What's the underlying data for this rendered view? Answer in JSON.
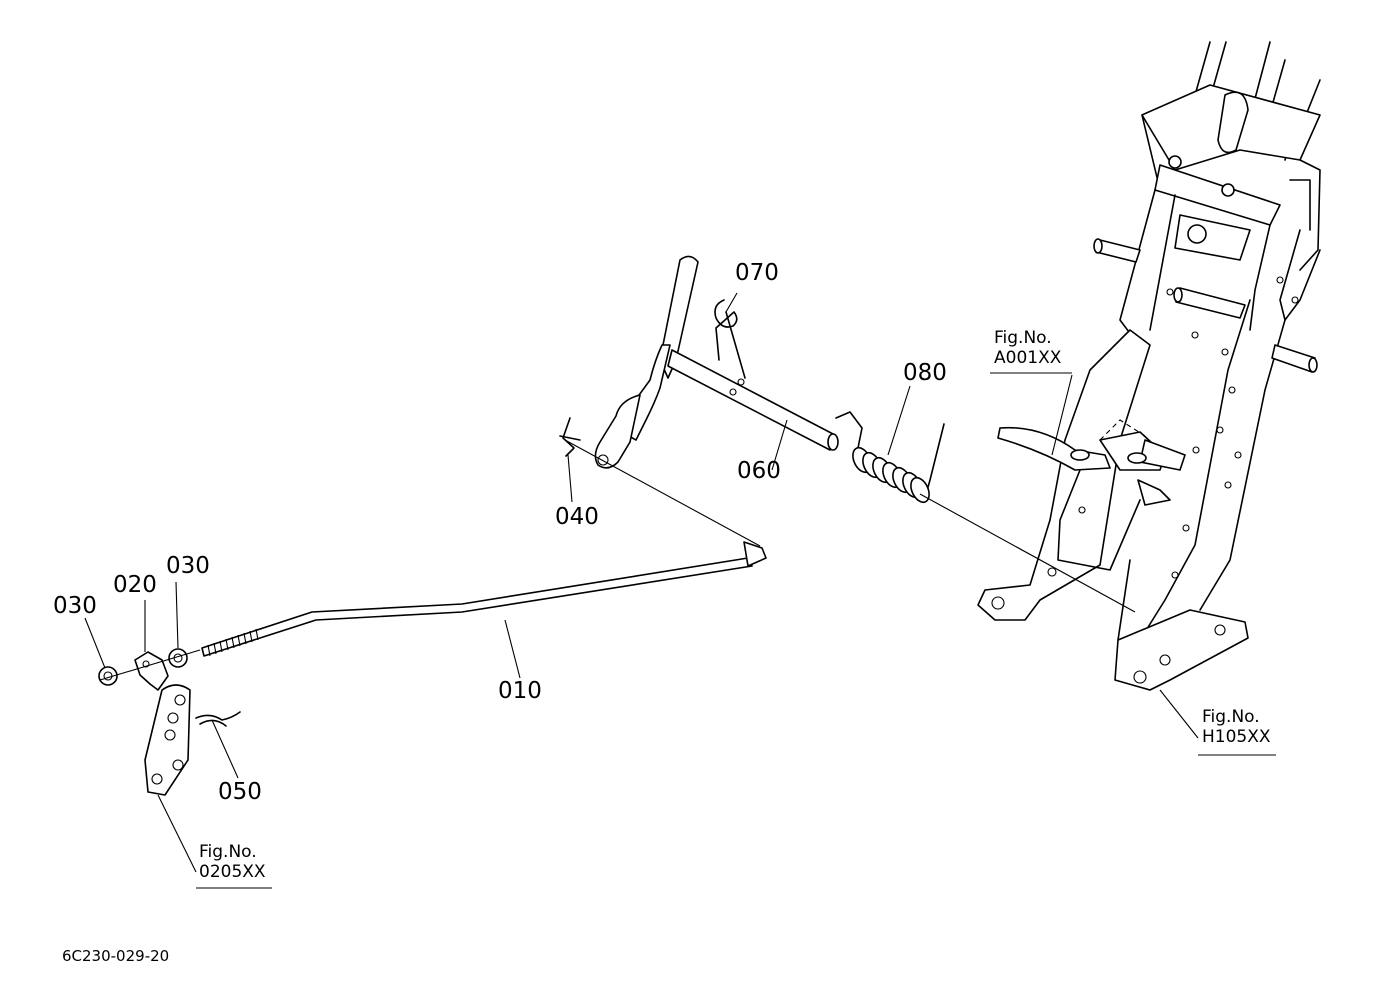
{
  "parts": [
    {
      "id": "010"
    },
    {
      "id": "020"
    },
    {
      "id": "030a",
      "label": "030"
    },
    {
      "id": "030b",
      "label": "030"
    },
    {
      "id": "040"
    },
    {
      "id": "050"
    },
    {
      "id": "060"
    },
    {
      "id": "070"
    },
    {
      "id": "080"
    }
  ],
  "labels": {
    "p010": "010",
    "p020": "020",
    "p030a": "030",
    "p030b": "030",
    "p040": "040",
    "p050": "050",
    "p060": "060",
    "p070": "070",
    "p080": "080"
  },
  "figure_refs": {
    "a001": {
      "prefix": "Fig.No.",
      "number": "A001XX"
    },
    "h105": {
      "prefix": "Fig.No.",
      "number": "H105XX"
    },
    "r0205": {
      "prefix": "Fig.No.",
      "number": "0205XX"
    }
  },
  "drawing_code": "6C230-029-20"
}
